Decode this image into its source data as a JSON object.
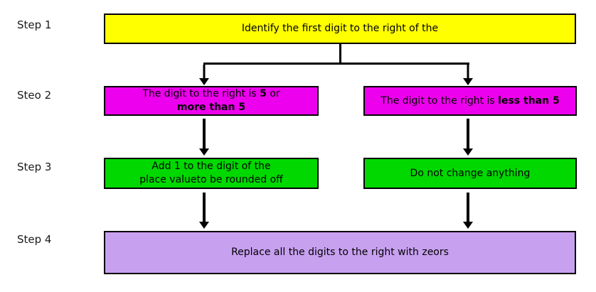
{
  "colors": {
    "background": "#FFFFFF",
    "box_yellow": "#FFFF00",
    "box_magenta": "#ED00ED",
    "box_green": "#00D800",
    "box_purple": "#C8A0F0",
    "line": "#000000",
    "text": "#000000"
  },
  "step_labels": [
    {
      "label": "Step 1"
    },
    {
      "label": "Steo 2"
    },
    {
      "label": "Step 3"
    },
    {
      "label": "Step 4"
    }
  ],
  "boxes": {
    "step1": {
      "text": "Identify the first digit to the right of the"
    },
    "step2_left": {
      "line1_prefix": "The digit to the right is ",
      "line1_bold": "5",
      "line1_suffix": " or",
      "line2_bold": "more than 5"
    },
    "step2_right": {
      "prefix": "The digit to the right is ",
      "bold": "less than 5"
    },
    "step3_left": {
      "line1": "Add 1 to the digit of the",
      "line2": "place valueto be rounded off"
    },
    "step3_right": {
      "text": "Do not change anything"
    },
    "step4": {
      "text": "Replace all the digits to the right with zeors"
    }
  }
}
